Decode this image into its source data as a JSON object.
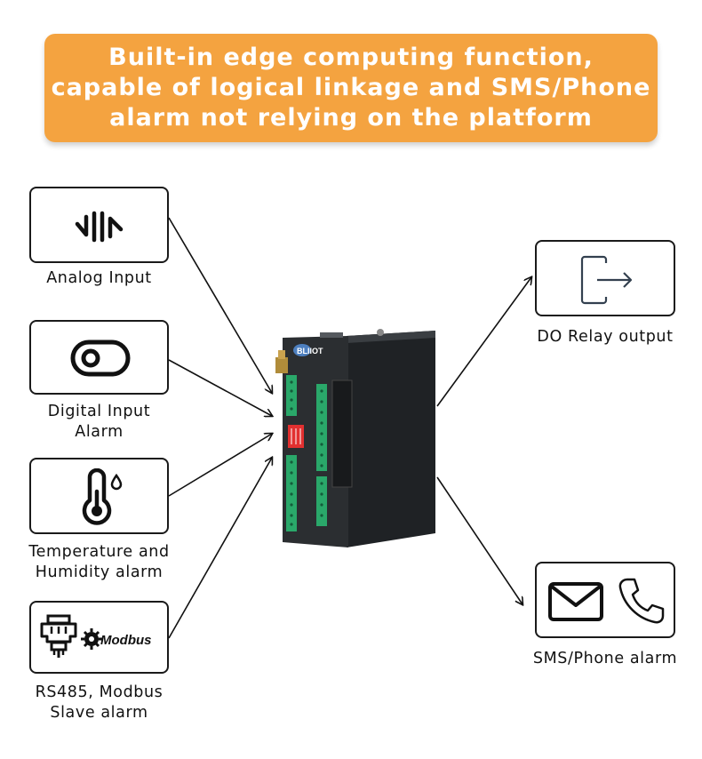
{
  "banner": {
    "line1": "Built-in edge computing function,",
    "line2": "capable of logical linkage and SMS/Phone",
    "line3": "alarm not relying on the platform"
  },
  "inputs": {
    "analog": {
      "label": "Analog Input",
      "icon": "analog-wave-icon"
    },
    "digital": {
      "label_line1": "Digital Input",
      "label_line2": "Alarm",
      "icon": "toggle-switch-icon"
    },
    "temperature": {
      "label_line1": "Temperature and",
      "label_line2": "Humidity alarm",
      "icon": "thermometer-icon"
    },
    "rs485": {
      "label_line1": "RS485, Modbus",
      "label_line2": "Slave alarm",
      "icon": "rs485-connector-icon",
      "logo_text": "Modbus"
    }
  },
  "outputs": {
    "relay": {
      "label": "DO Relay output",
      "icon": "exit-arrow-icon"
    },
    "sms": {
      "label": "SMS/Phone alarm",
      "icons": [
        "envelope-icon",
        "phone-icon"
      ]
    }
  },
  "device": {
    "brand": "BLIIOT",
    "icon": "iot-gateway-device"
  },
  "colors": {
    "banner": "#f4a340",
    "banner_text": "#ffffff",
    "device_body": "#2b2e31",
    "terminal": "#2aa86a",
    "dip_switch": "#e23030"
  }
}
